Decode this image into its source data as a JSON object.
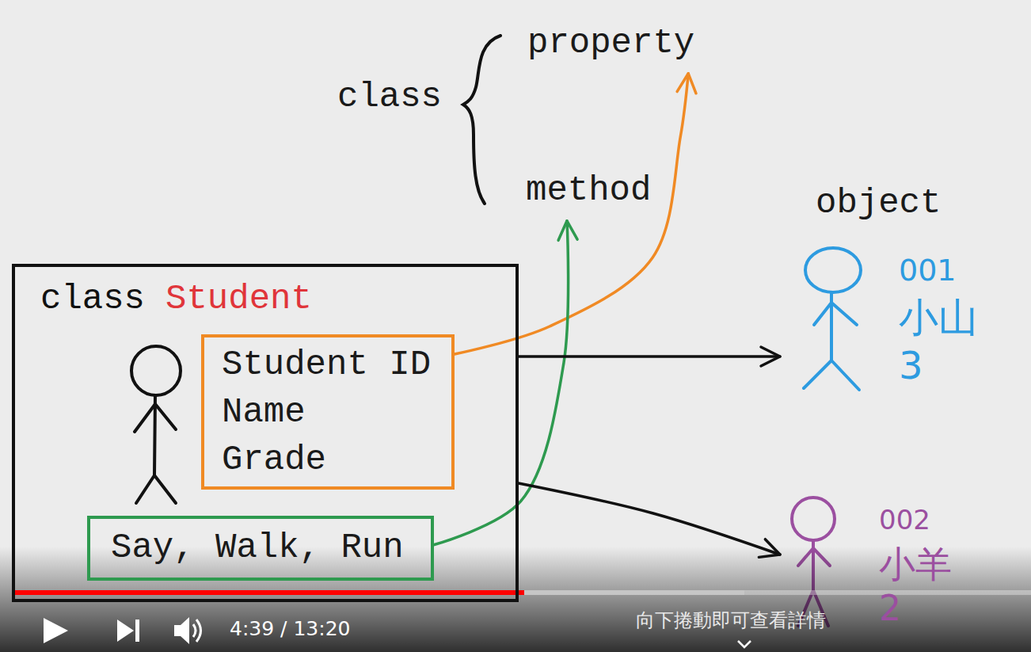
{
  "diagram": {
    "nodes": [
      {
        "text": [
          "property"
        ]
      },
      {
        "text": [
          "method"
        ]
      },
      {
        "text": [
          "class",
          "Student"
        ]
      },
      {
        "text": [
          "Student ID",
          "Name",
          "Grade"
        ],
        "in": 2
      },
      {
        "text": [
          "Say, Walk, Run"
        ],
        "in": 2
      },
      {
        "text": [
          "001",
          "小山",
          "3"
        ]
      },
      {
        "text": [
          "002",
          "小羊",
          "2"
        ]
      }
    ],
    "edges": [
      {
        "from": 3,
        "to": 0,
        "arrow": "to"
      },
      {
        "from": 4,
        "to": 1,
        "arrow": "to"
      },
      {
        "from": 2,
        "to": 5,
        "arrow": "to"
      },
      {
        "from": 2,
        "to": 6,
        "arrow": "to"
      }
    ],
    "labels": [
      "class",
      "object",
      "4:39 / 13:20",
      "向下捲動即可查看詳情"
    ]
  }
}
